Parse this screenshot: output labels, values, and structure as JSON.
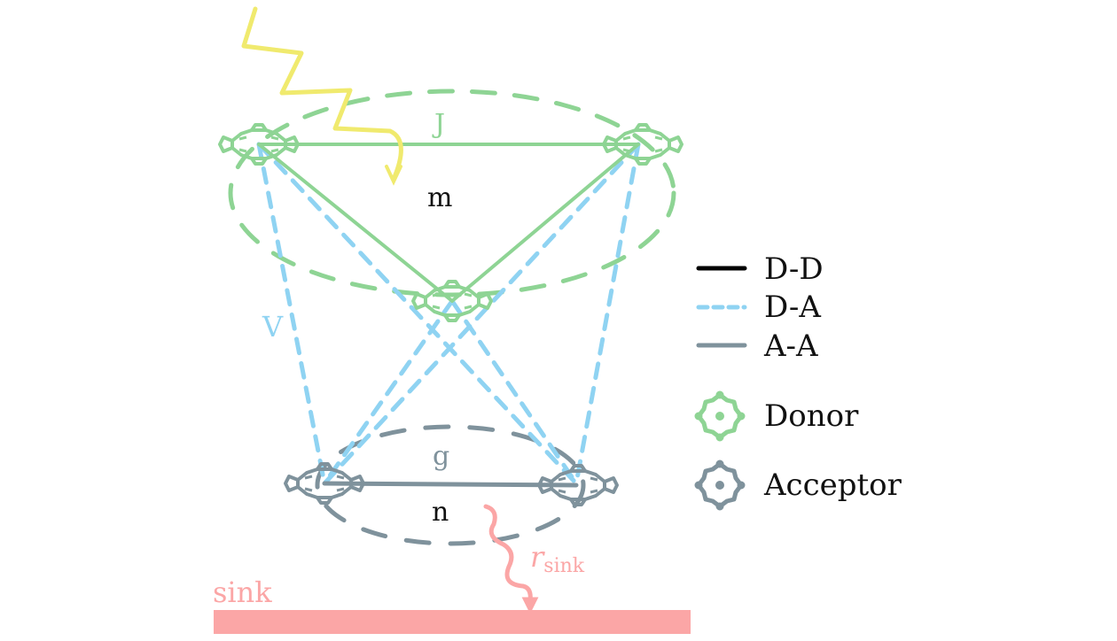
{
  "colors": {
    "donor": "#8ed494",
    "acceptor": "#7f929c",
    "da_coupling": "#8fd3f2",
    "light": "#f0ea6e",
    "sink": "#fba6a6",
    "text": "#111111"
  },
  "labels": {
    "J": "J",
    "m": "m",
    "V": "V",
    "g": "g",
    "n": "n",
    "r_main": "r",
    "r_sub": "sink",
    "sink": "sink"
  },
  "legend": {
    "items": [
      {
        "label": "D-D",
        "style": "solid",
        "color": "#000000"
      },
      {
        "label": "D-A",
        "style": "dashed",
        "color": "#8fd3f2"
      },
      {
        "label": "A-A",
        "style": "solid",
        "color": "#7f929c"
      },
      {
        "label": "Donor",
        "style": "molecule",
        "color": "#8ed494"
      },
      {
        "label": "Acceptor",
        "style": "molecule",
        "color": "#7f929c"
      }
    ]
  }
}
